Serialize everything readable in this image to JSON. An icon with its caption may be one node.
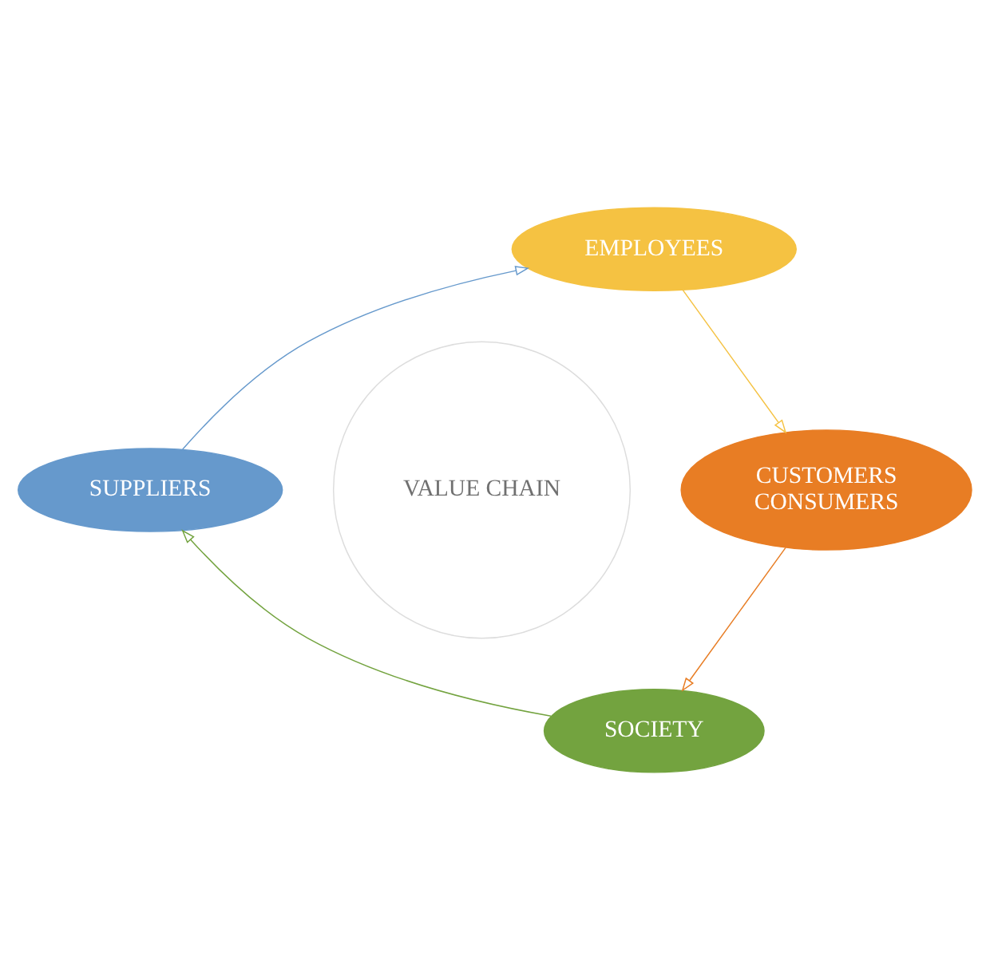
{
  "diagram": {
    "nodes": [
      {
        "text": [
          "VALUE CHAIN"
        ]
      },
      {
        "text": [
          "EMPLOYEES"
        ]
      },
      {
        "text": [
          "CUSTOMERS",
          "CONSUMERS"
        ]
      },
      {
        "text": [
          "SOCIETY"
        ]
      },
      {
        "text": [
          "SUPPLIERS"
        ]
      }
    ],
    "edges": [
      {
        "from": 1,
        "to": 2,
        "arrow": "to",
        "color": "#f5c242"
      },
      {
        "from": 2,
        "to": 3,
        "arrow": "to",
        "color": "#e87d24"
      },
      {
        "from": 3,
        "to": 4,
        "arrow": "to",
        "color": "#73a33f"
      },
      {
        "from": 4,
        "to": 1,
        "arrow": "to",
        "color": "#6699cc"
      }
    ]
  }
}
